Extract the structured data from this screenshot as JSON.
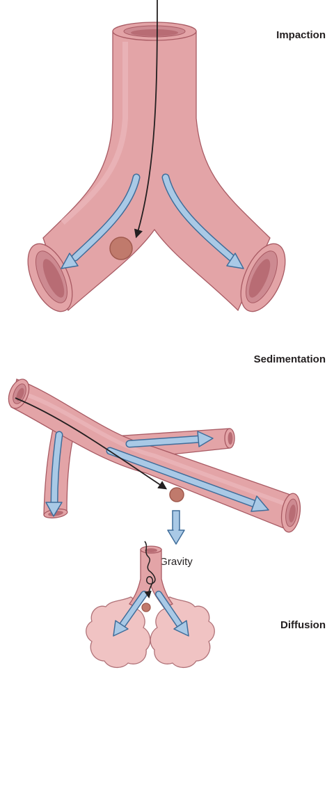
{
  "panels": [
    {
      "title": "Impaction"
    },
    {
      "title": "Sedimentation",
      "force_label": "Gravity"
    },
    {
      "title": "Diffusion"
    }
  ],
  "colors": {
    "airway_fill": "#e3a4a7",
    "airway_shadow": "#c97f86",
    "airway_outline": "#a85a63",
    "lumen": "#cd8a91",
    "lumen_inner": "#b86c74",
    "flow_arrow_fill": "#a9c9e6",
    "flow_arrow_outline": "#3f6d9a",
    "particle_fill": "#c07a6c",
    "particle_outline": "#a05a4e",
    "trajectory": "#231f20"
  },
  "icons": [
    "flow-arrow",
    "particle",
    "trajectory-arrow",
    "gravity-arrow"
  ]
}
